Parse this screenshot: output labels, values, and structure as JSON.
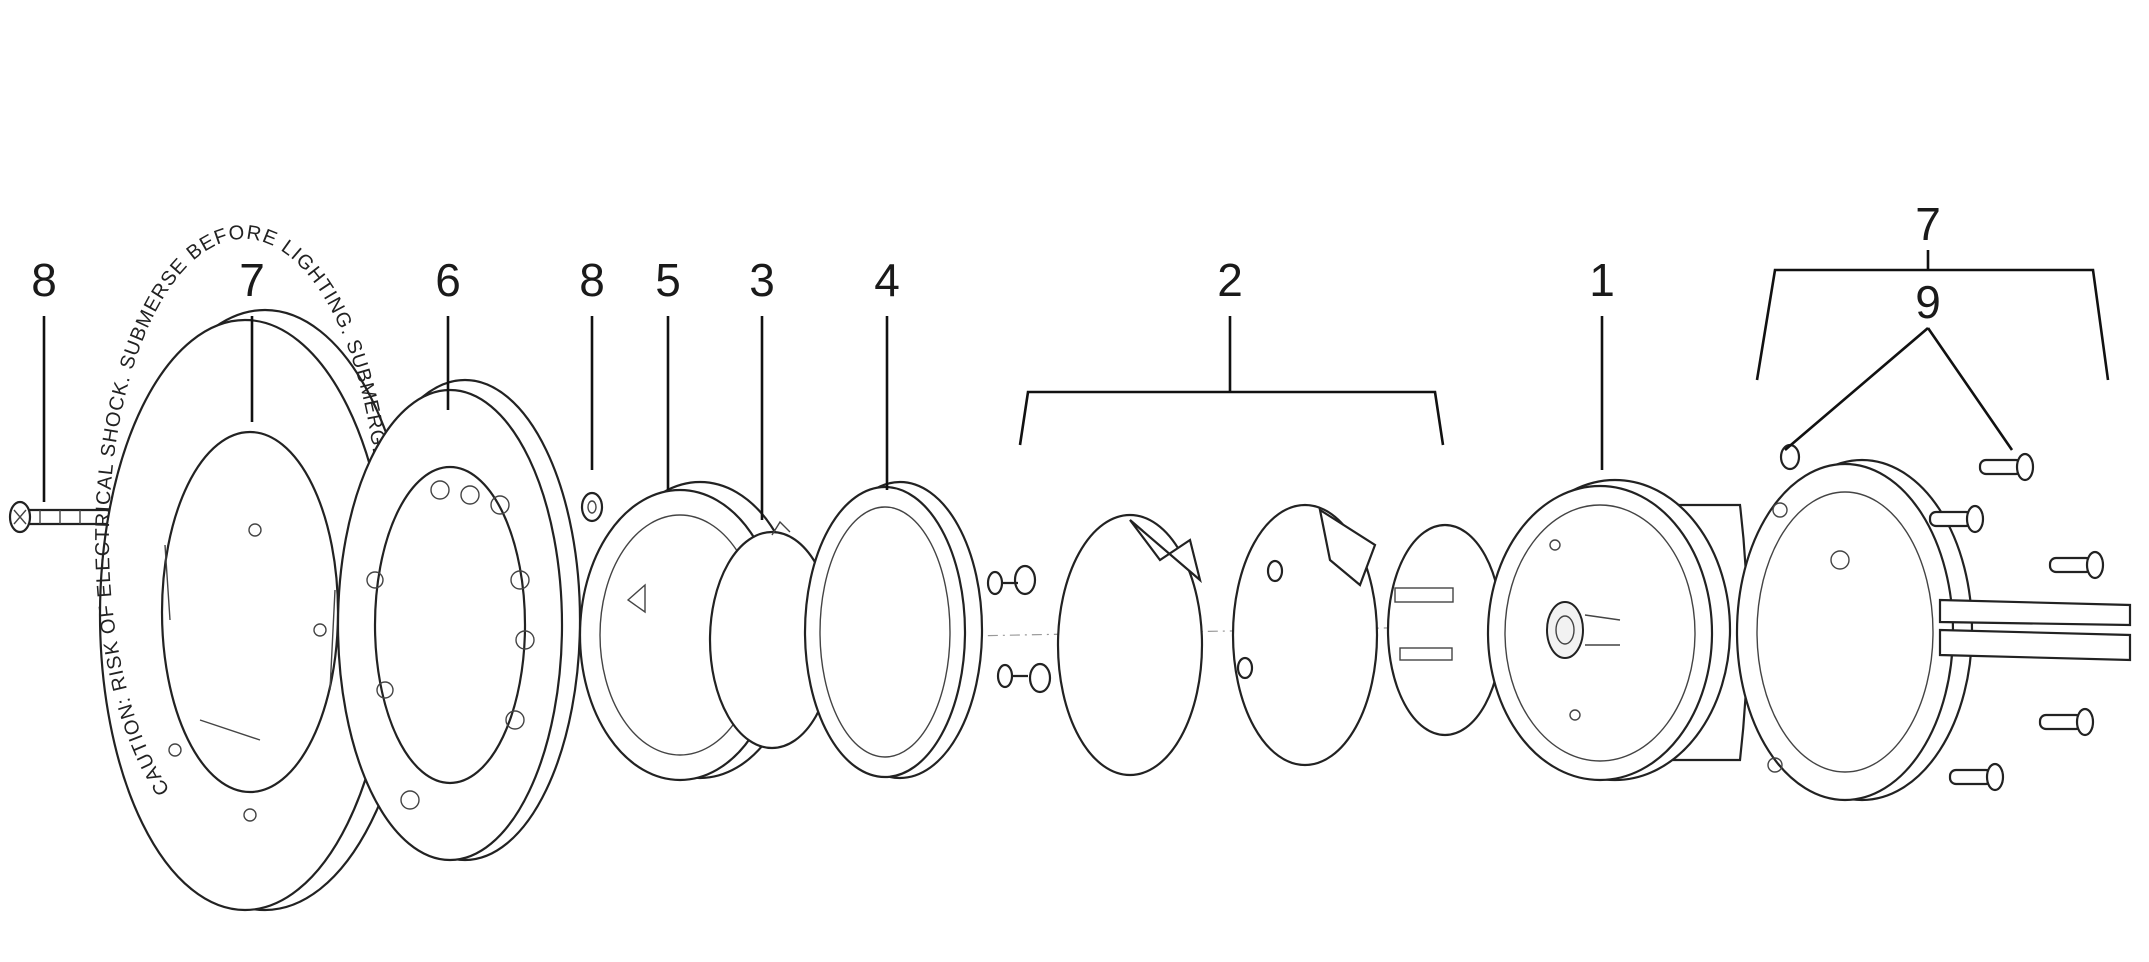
{
  "callouts": {
    "c8_left": "8",
    "c7_left": "7",
    "c6": "6",
    "c8_mid": "8",
    "c5": "5",
    "c3": "3",
    "c4": "4",
    "c2": "2",
    "c1": "1",
    "c7_right": "7",
    "c9": "9"
  },
  "ring_text": {
    "caution": "CAUTION: RISK OF ELECTRICAL SHOCK. SUBMERSE BEFORE LIGHTING. SUBMERGER AVANT D'ALLUMER"
  },
  "colors": {
    "line": "#222222",
    "background": "#ffffff"
  }
}
